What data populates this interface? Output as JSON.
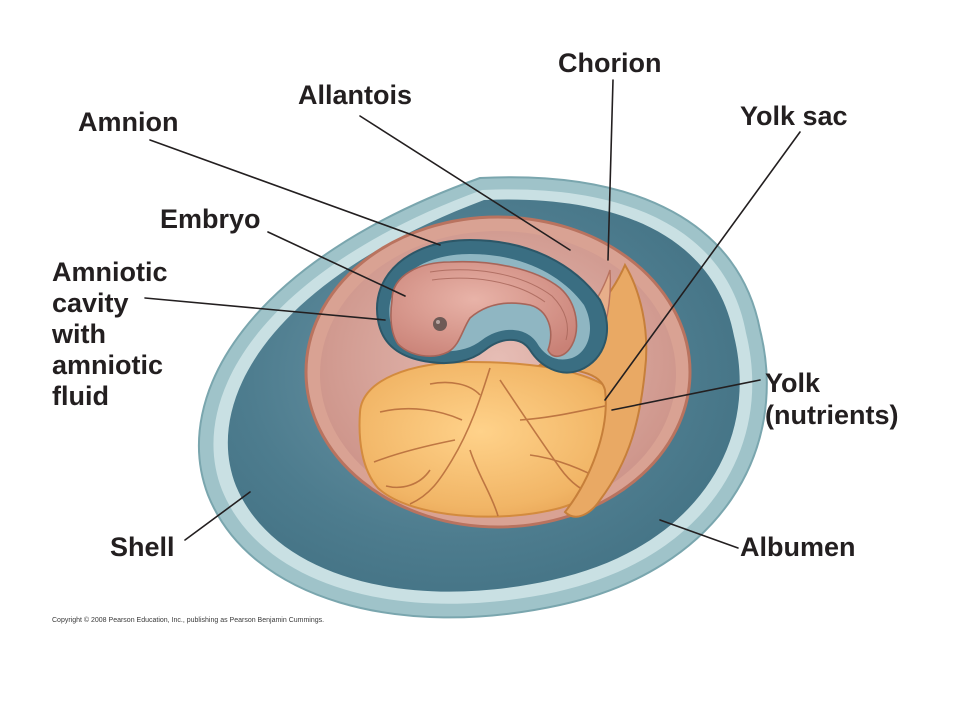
{
  "diagram": {
    "labels": {
      "chorion": "Chorion",
      "allantois": "Allantois",
      "amnion": "Amnion",
      "yolk_sac": "Yolk sac",
      "embryo": "Embryo",
      "amniotic_cavity": [
        "Amniotic",
        "cavity",
        "with",
        "amniotic",
        "fluid"
      ],
      "yolk": [
        "Yolk",
        "(nutrients)"
      ],
      "shell": "Shell",
      "albumen": "Albumen"
    },
    "copyright": "Copyright © 2008 Pearson Education, Inc., publishing as Pearson Benjamin Cummings.",
    "colors": {
      "shell": "#aac8cd",
      "albumen": "#4d7c8e",
      "chorion": "#c88773",
      "allantois_cavity": "#d7a59c",
      "amnion": "#3a6e82",
      "embryo": "#d39a90",
      "yolk": "#f0b768",
      "vessels": "#b56a3a"
    }
  }
}
